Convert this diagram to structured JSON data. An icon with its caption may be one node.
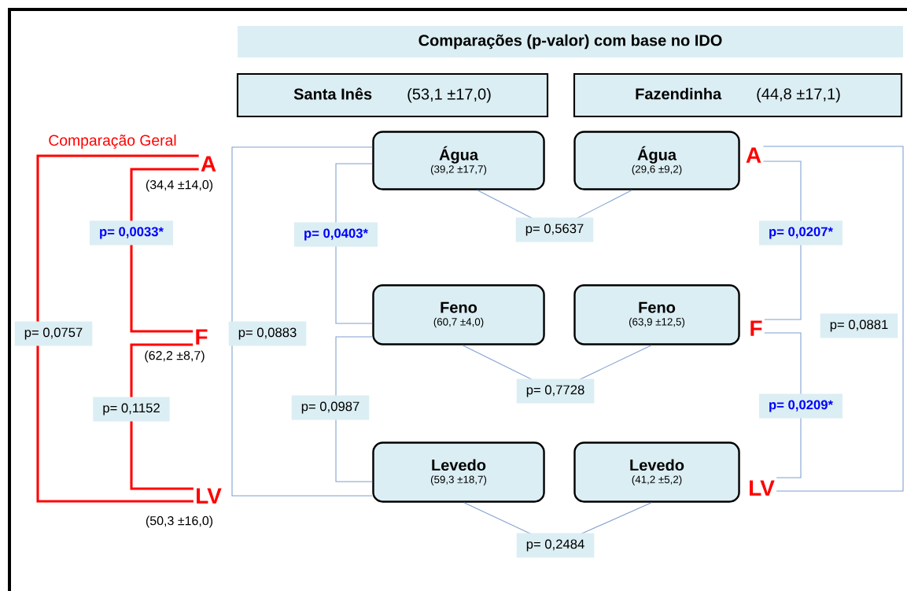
{
  "diagram": {
    "nodes": [
      {
        "text": [
          "Comparações (p-valor) com base no IDO"
        ]
      },
      {
        "text": [
          "Santa Inês",
          "(53,1 ±17,0)"
        ]
      },
      {
        "text": [
          "Fazendinha",
          "(44,8 ±17,1)"
        ]
      },
      {
        "text": [
          "Água",
          "(39,2 ±17,7)"
        ]
      },
      {
        "text": [
          "Água",
          "(29,6 ±9,2)"
        ]
      },
      {
        "text": [
          "Feno",
          "(60,7 ±4,0)"
        ]
      },
      {
        "text": [
          "Feno",
          "(63,9 ±12,5)"
        ]
      },
      {
        "text": [
          "Levedo",
          "(59,3 ±18,7)"
        ]
      },
      {
        "text": [
          "Levedo",
          "(41,2 ±5,2)"
        ]
      },
      {
        "text": [
          "A"
        ],
        "beside": [
          "(34,4 ±14,0)"
        ]
      },
      {
        "text": [
          "F"
        ],
        "beside": [
          "(62,2 ±8,7)"
        ]
      },
      {
        "text": [
          "LV"
        ],
        "beside": [
          "(50,3 ±16,0)"
        ]
      },
      {
        "text": [
          "A"
        ]
      },
      {
        "text": [
          "F"
        ]
      },
      {
        "text": [
          "LV"
        ]
      }
    ],
    "edges": [
      {
        "from": 9,
        "to": 10,
        "arrow": "none",
        "label": "p= 0,0033*",
        "style": "thick",
        "color": "#ff0000"
      },
      {
        "from": 10,
        "to": 11,
        "arrow": "none",
        "label": "p= 0,1152",
        "style": "thick",
        "color": "#ff0000"
      },
      {
        "from": 9,
        "to": 11,
        "arrow": "none",
        "label": "p= 0,0757",
        "style": "thick",
        "color": "#ff0000"
      },
      {
        "from": 3,
        "to": 5,
        "arrow": "none",
        "label": "p= 0,0403*"
      },
      {
        "from": 5,
        "to": 7,
        "arrow": "none",
        "label": "p= 0,0987"
      },
      {
        "from": 3,
        "to": 7,
        "arrow": "none",
        "label": "p= 0,0883"
      },
      {
        "from": 3,
        "to": 4,
        "arrow": "none",
        "label": "p= 0,5637"
      },
      {
        "from": 5,
        "to": 6,
        "arrow": "none",
        "label": "p= 0,7728"
      },
      {
        "from": 7,
        "to": 8,
        "arrow": "none",
        "label": "p= 0,2484"
      },
      {
        "from": 12,
        "to": 13,
        "arrow": "none",
        "label": "p= 0,0207*"
      },
      {
        "from": 13,
        "to": 14,
        "arrow": "none",
        "label": "p= 0,0209*"
      },
      {
        "from": 12,
        "to": 14,
        "arrow": "none",
        "label": "p= 0,0881"
      }
    ],
    "labels": [
      "Comparação Geral"
    ]
  }
}
